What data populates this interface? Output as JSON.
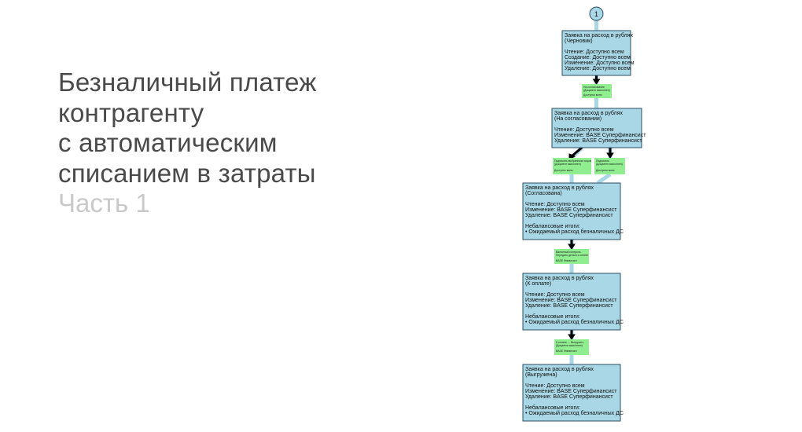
{
  "title": {
    "lines": [
      "Безналичный платеж",
      "контрагенту",
      "с автоматическим",
      "списанием в затраты"
    ],
    "subtitle": "Часть 1"
  },
  "diagram": {
    "start_marker": "1",
    "colors": {
      "state_fill": "#a9d7e6",
      "state_stroke": "#2d4f66",
      "transition_fill": "#90ee90",
      "connector": "#a9d7e6",
      "arrow": "#000000"
    },
    "states": [
      {
        "title": [
          "Заявка на расход в рублях",
          "(Черновик)"
        ],
        "permissions": [
          "Чтение: Доступно всем",
          "Создание: Доступно всем",
          "Изменение: Доступно всем",
          "Удаление: Доступно всем"
        ],
        "totals_label": "",
        "totals": []
      },
      {
        "title": [
          "Заявка на расход в рублях",
          "(На согласовании)"
        ],
        "permissions": [
          "Чтение: Доступно всем",
          "Изменение: BASE Суперфинансист",
          "Удаление: BASE Суперфинансист"
        ],
        "totals_label": "",
        "totals": []
      },
      {
        "title": [
          "Заявка на расход в рублях",
          "(Согласована)"
        ],
        "permissions": [
          "Чтение: Доступно всем",
          "Изменение: BASE Суперфинансист",
          "Удаление: BASE Суперфинансист"
        ],
        "totals_label": "Небалансовые итоги:",
        "totals": [
          "• Ожидаемый расход безналичных ДС"
        ]
      },
      {
        "title": [
          "Заявка на расход в рублях",
          "(К оплате)"
        ],
        "permissions": [
          "Чтение: Доступно всем",
          "Изменение: BASE Суперфинансист",
          "Удаление: BASE Суперфинансист"
        ],
        "totals_label": "Небалансовые итоги:",
        "totals": [
          "• Ожидаемый расход безналичных ДС"
        ]
      },
      {
        "title": [
          "Заявка на расход в рублях",
          "(Выгружена)"
        ],
        "permissions": [
          "Чтение: Доступно всем",
          "Изменение: BASE Суперфинансист",
          "Удаление: BASE Суперфинансист"
        ],
        "totals_label": "Небалансовые итоги:",
        "totals": [
          "• Ожидаемый расход безналичных ДС"
        ]
      }
    ],
    "transitions": [
      {
        "name": [
          "На согласование",
          "(Документ выполнен)"
        ],
        "access": "Доступно всем"
      },
      {
        "name": [
          "Подписать выбранным лицом",
          "(Документ выполнен)"
        ],
        "access": "Доступно всем"
      },
      {
        "name": [
          "Подписать",
          "(Документ выполнен)"
        ],
        "access": "Доступно всем"
      },
      {
        "name": [
          "Валютный контроль",
          "Передать деньги к оплате"
        ],
        "access": "BASE Финансист"
      },
      {
        "name": [
          "К оплате → Выгрузить",
          "(Документ выполнен)"
        ],
        "access": "BASE Финансист"
      }
    ]
  }
}
